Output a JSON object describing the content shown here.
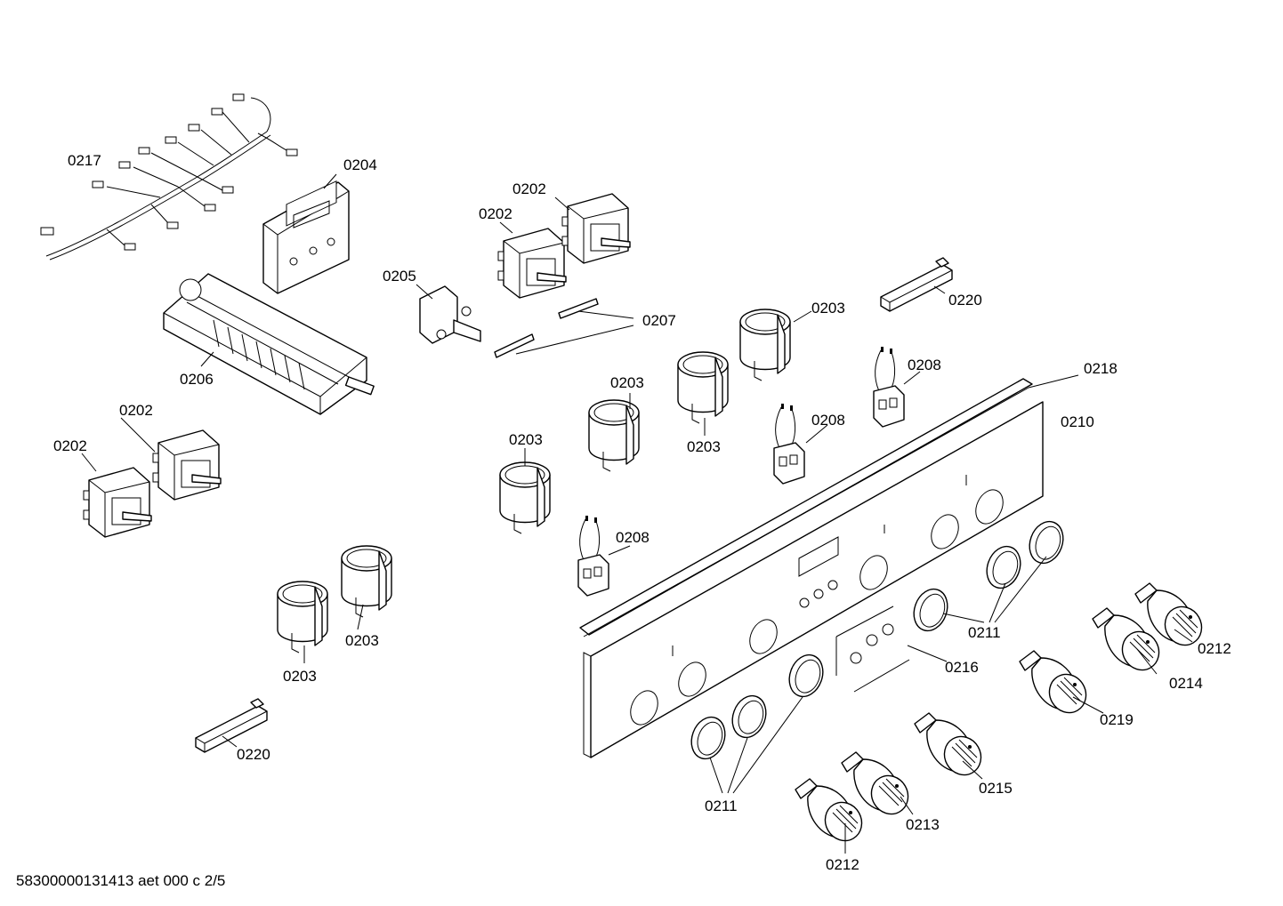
{
  "labels": {
    "l0217": "0217",
    "l0204": "0204",
    "l0202a": "0202",
    "l0202b": "0202",
    "l0202c": "0202",
    "l0202d": "0202",
    "l0205": "0205",
    "l0206": "0206",
    "l0207": "0207",
    "l0203a": "0203",
    "l0203b": "0203",
    "l0203c": "0203",
    "l0203d": "0203",
    "l0203e": "0203",
    "l0203f": "0203",
    "l0220a": "0220",
    "l0220b": "0220",
    "l0208a": "0208",
    "l0208b": "0208",
    "l0208c": "0208",
    "l0218": "0218",
    "l0210": "0210",
    "l0211a": "0211",
    "l0211b": "0211",
    "l0212a": "0212",
    "l0212b": "0212",
    "l0214": "0214",
    "l0216": "0216",
    "l0219": "0219",
    "l0215": "0215",
    "l0213": "0213"
  },
  "footer": "58300000131413 aet 000 c 2/5"
}
